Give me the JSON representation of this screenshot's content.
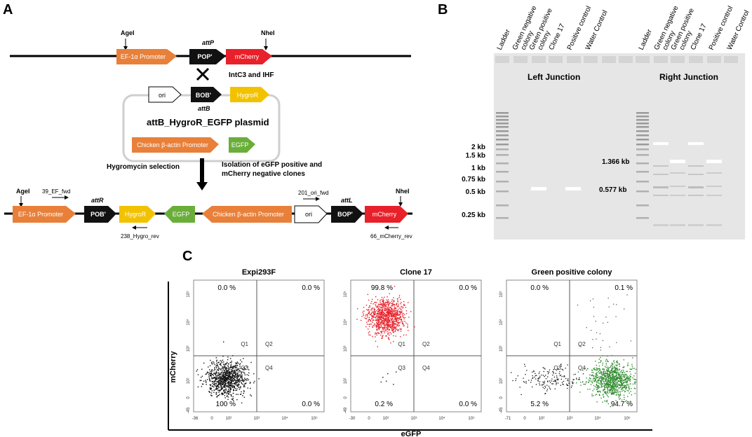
{
  "panel_a": {
    "letter": "A",
    "row1": {
      "agel": "AgeI",
      "nhel": "NheI",
      "ef1a": "EF-1α Promoter",
      "attp": "attP",
      "pop": "POP'",
      "mcherry": "mCherry",
      "int": "IntC3 and IHF"
    },
    "plasmid": {
      "ori": "ori",
      "bob": "BOB'",
      "attb": "attB",
      "hygro": "HygroR",
      "name": "attB_HygroR_EGFP plasmid",
      "chicken": "Chicken β-actin Promoter",
      "egfp": "EGFP"
    },
    "selection": "Hygromycin selection",
    "isolation_1": "Isolation of eGFP positive and",
    "isolation_2": "mCherry negative clones",
    "row3": {
      "agel": "AgeI",
      "ef_fwd": "39_EF_fwd",
      "ef1a": "EF-1α Promoter",
      "attr": "attR",
      "pob": "POB'",
      "hygro": "HygroR",
      "egfp": "EGFP",
      "chicken": "Chicken β-actin Promoter",
      "ori_fwd": "201_ori_fwd",
      "ori": "ori",
      "attl": "attL",
      "bop": "BOP'",
      "mcherry": "mCherry",
      "nhel": "NheI",
      "hygro_rev": "238_Hygro_rev",
      "mcherry_rev": "66_mCherry_rev"
    }
  },
  "panel_b": {
    "letter": "B",
    "lanes_left": [
      "Ladder",
      "Green negative colony",
      "Green positive colony",
      "Clone 17",
      "Positive control",
      "Water Control"
    ],
    "lanes_right": [
      "Ladder",
      "Green negative colony",
      "Green positive colony",
      "Clone 17",
      "Positive control",
      "Water Control"
    ],
    "left_title": "Left Junction",
    "right_title": "Right Junction",
    "markers": [
      "2 kb",
      "1.5 kb",
      "1 kb",
      "0.75 kb",
      "0.5 kb",
      "0.25 kb"
    ],
    "band_left": "0.577 kb",
    "band_right": "1.366 kb"
  },
  "panel_c": {
    "letter": "C",
    "ylabel": "mCherry",
    "xlabel": "eGFP",
    "plots": [
      {
        "title": "Expi293F",
        "q1": "0.0 %",
        "q2": "0.0 %",
        "q3": "100 %",
        "q4": "0.0 %",
        "cluster": "black",
        "xmin": "-36",
        "ymin": "-45"
      },
      {
        "title": "Clone 17",
        "q1": "99.8 %",
        "q2": "0.0 %",
        "q3": "0.2 %",
        "q4": "0.0 %",
        "cluster": "red",
        "xmin": "-30",
        "ymin": "-49"
      },
      {
        "title": "Green positive colony",
        "q1": "0.0 %",
        "q2": "0.1 %",
        "q3": "5.2 %",
        "q4": "94.7 %",
        "cluster": "green",
        "xmin": "-71",
        "ymin": "-45"
      }
    ],
    "quad_labels": [
      "Q1",
      "Q2",
      "Q3",
      "Q4"
    ],
    "xticks": [
      "0",
      "10²",
      "10³",
      "10⁴",
      "10⁵"
    ],
    "yticks": [
      "0",
      "10²",
      "10³",
      "10⁴",
      "10⁵"
    ]
  },
  "colors": {
    "orange": "#E8803A",
    "red": "#E8202A",
    "yellow": "#F2C200",
    "green": "#6AAE3A",
    "black": "#111111",
    "gel_bg": "#E6E6E6"
  }
}
